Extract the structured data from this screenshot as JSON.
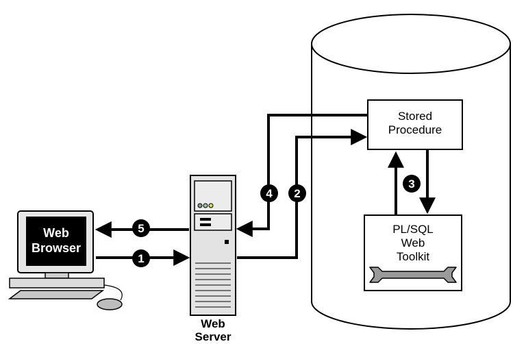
{
  "nodes": {
    "browser": {
      "line1": "Web",
      "line2": "Browser"
    },
    "server": {
      "line1": "Web",
      "line2": "Server"
    },
    "stored_procedure": {
      "line1": "Stored",
      "line2": "Procedure"
    },
    "toolkit": {
      "line1": "PL/SQL",
      "line2": "Web",
      "line3": "Toolkit"
    }
  },
  "steps": [
    "1",
    "2",
    "3",
    "4",
    "5"
  ]
}
